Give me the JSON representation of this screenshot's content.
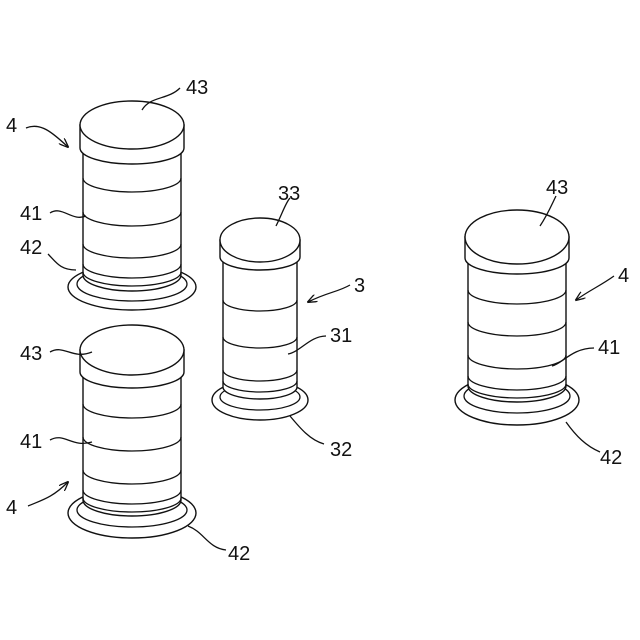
{
  "figure": {
    "stroke": "#111111",
    "background": "#ffffff",
    "labels": {
      "l1": "43",
      "l2": "4",
      "l3": "41",
      "l4": "42",
      "l5": "43",
      "l6": "41",
      "l7": "4",
      "l8": "42",
      "l9": "33",
      "l10": "3",
      "l11": "31",
      "l12": "32",
      "l13": "43",
      "l14": "4",
      "l15": "41",
      "l16": "42"
    }
  }
}
